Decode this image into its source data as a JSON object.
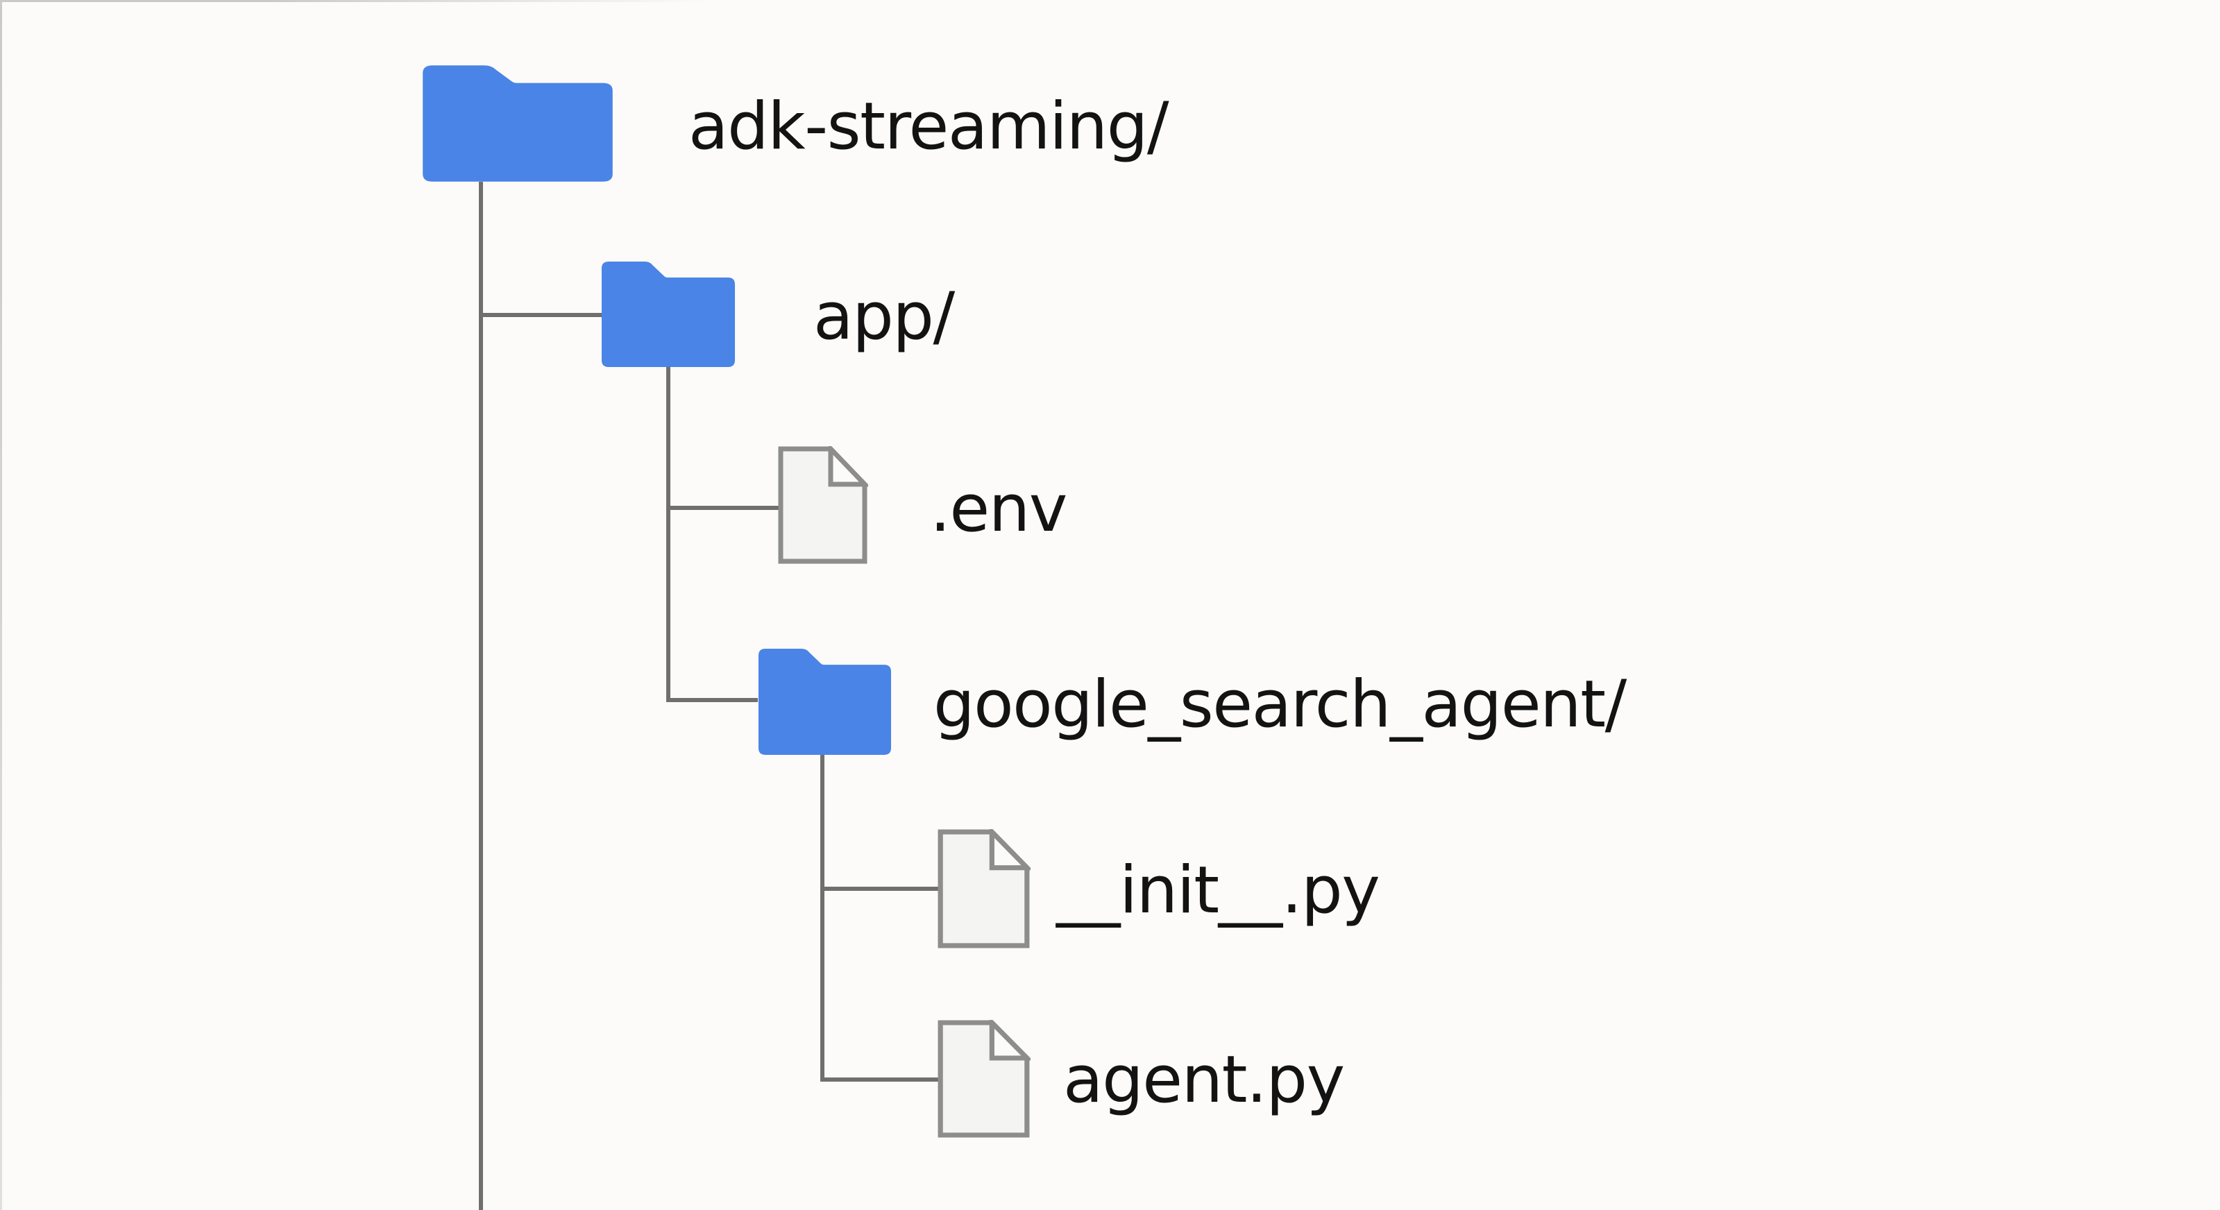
{
  "theme": {
    "background": "#fcfbf9",
    "tree_line_color": "#6f6f6d",
    "folder_color": "#4a84e7",
    "file_fill": "#f4f4f2",
    "file_flap_fill": "#fbfbf9",
    "file_stroke": "#8d8d8b",
    "text_color": "#131313",
    "edge_border_color": "#c9c9c7"
  },
  "tree": {
    "items": [
      {
        "label": "adk-streaming/",
        "type": "folder",
        "icon": "folder-icon",
        "depth": 0
      },
      {
        "label": "app/",
        "type": "folder",
        "icon": "folder-icon",
        "depth": 1
      },
      {
        "label": ".env",
        "type": "file",
        "icon": "file-icon",
        "depth": 2
      },
      {
        "label": "google_search_agent/",
        "type": "folder",
        "icon": "folder-icon",
        "depth": 2
      },
      {
        "label": "__init__.py",
        "type": "file",
        "icon": "file-icon",
        "depth": 3
      },
      {
        "label": "agent.py",
        "type": "file",
        "icon": "file-icon",
        "depth": 3
      }
    ]
  }
}
